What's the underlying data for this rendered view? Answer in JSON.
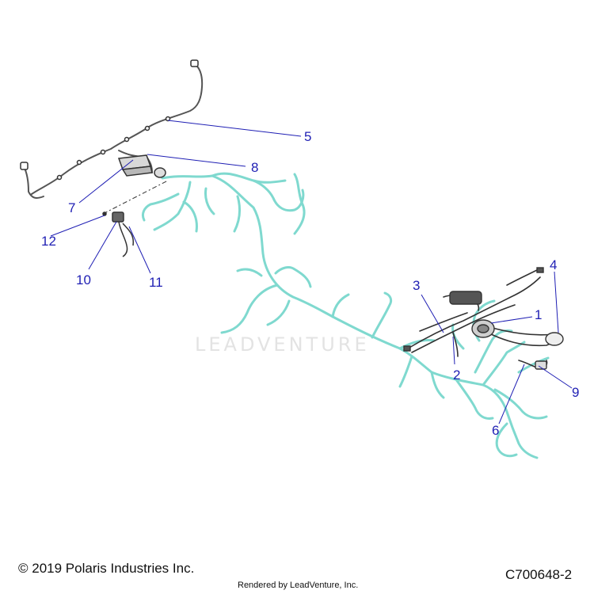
{
  "diagram": {
    "colors": {
      "harness": "#7fd9cf",
      "part_line": "#3a3a3a",
      "callout_text": "#1f1fb4",
      "leader_line": "#1f1fb4",
      "watermark": "#e3e3e3"
    },
    "callouts": [
      {
        "id": "1",
        "label": "1"
      },
      {
        "id": "2",
        "label": "2"
      },
      {
        "id": "3",
        "label": "3"
      },
      {
        "id": "4",
        "label": "4"
      },
      {
        "id": "5",
        "label": "5"
      },
      {
        "id": "6",
        "label": "6"
      },
      {
        "id": "7",
        "label": "7"
      },
      {
        "id": "8",
        "label": "8"
      },
      {
        "id": "9",
        "label": "9"
      },
      {
        "id": "10",
        "label": "10"
      },
      {
        "id": "11",
        "label": "11"
      },
      {
        "id": "12",
        "label": "12"
      }
    ],
    "watermark": "LEADVENTURE",
    "copyright": "© 2019 Polaris Industries Inc.",
    "diagram_id": "C700648-2",
    "rendered_by": "Rendered by LeadVenture, Inc."
  }
}
